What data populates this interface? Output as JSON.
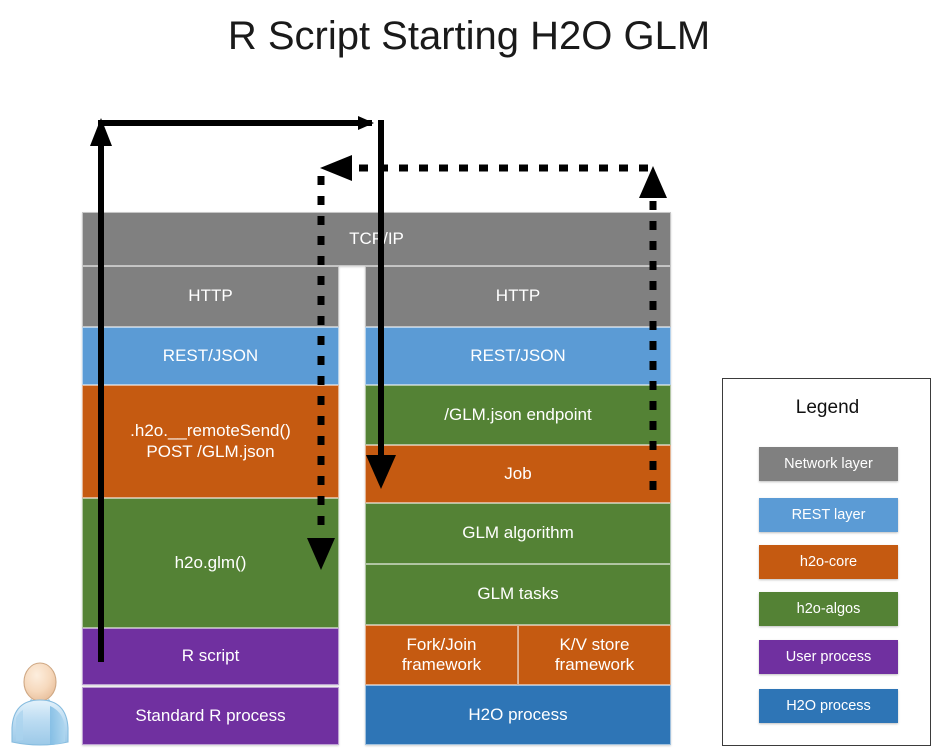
{
  "title": "R Script Starting H2O GLM",
  "palette": {
    "network_layer": "#808080",
    "rest_layer": "#5b9bd5",
    "h2o_core": "#c55a11",
    "h2o_algos": "#548235",
    "user_process": "#7030a0",
    "h2o_process": "#2e75b6",
    "arrow": "#000000",
    "background": "#ffffff"
  },
  "bridge": {
    "label": "TCP/IP"
  },
  "left_stack": {
    "name": "R client stack",
    "rows": [
      {
        "label": "HTTP",
        "color_key": "network_layer"
      },
      {
        "label": "REST/JSON",
        "color_key": "rest_layer"
      },
      {
        "label": ".h2o.__remoteSend()\nPOST /GLM.json",
        "color_key": "h2o_core"
      },
      {
        "label": "h2o.glm()",
        "color_key": "h2o_algos"
      },
      {
        "label": "R script",
        "color_key": "user_process"
      },
      {
        "label": "Standard R process",
        "color_key": "user_process"
      }
    ]
  },
  "right_stack": {
    "name": "H2O server stack",
    "rows": [
      {
        "label": "HTTP",
        "color_key": "network_layer"
      },
      {
        "label": "REST/JSON",
        "color_key": "rest_layer"
      },
      {
        "label": "/GLM.json endpoint",
        "color_key": "h2o_algos"
      },
      {
        "label": "Job",
        "color_key": "h2o_core"
      },
      {
        "label": "GLM algorithm",
        "color_key": "h2o_algos"
      },
      {
        "label": "GLM tasks",
        "color_key": "h2o_algos"
      }
    ],
    "split_row": [
      {
        "label": "Fork/Join\nframework",
        "color_key": "h2o_core"
      },
      {
        "label": "K/V store\nframework",
        "color_key": "h2o_core"
      }
    ],
    "footer": {
      "label": "H2O process",
      "color_key": "h2o_process"
    }
  },
  "legend": {
    "title": "Legend",
    "items": [
      {
        "label": "Network layer",
        "color_key": "network_layer"
      },
      {
        "label": "REST layer",
        "color_key": "rest_layer"
      },
      {
        "label": "h2o-core",
        "color_key": "h2o_core"
      },
      {
        "label": "h2o-algos",
        "color_key": "h2o_algos"
      },
      {
        "label": "User process",
        "color_key": "user_process"
      },
      {
        "label": "H2O process",
        "color_key": "h2o_process"
      }
    ]
  },
  "flows": [
    {
      "name": "request-flow",
      "style": "solid",
      "description": "R script up through client stack, across to H2O server, down into Job"
    },
    {
      "name": "response-flow",
      "style": "dashed",
      "description": "H2O server back across to R client, down into h2o.glm()"
    }
  ],
  "avatar": {
    "name": "user-avatar"
  }
}
